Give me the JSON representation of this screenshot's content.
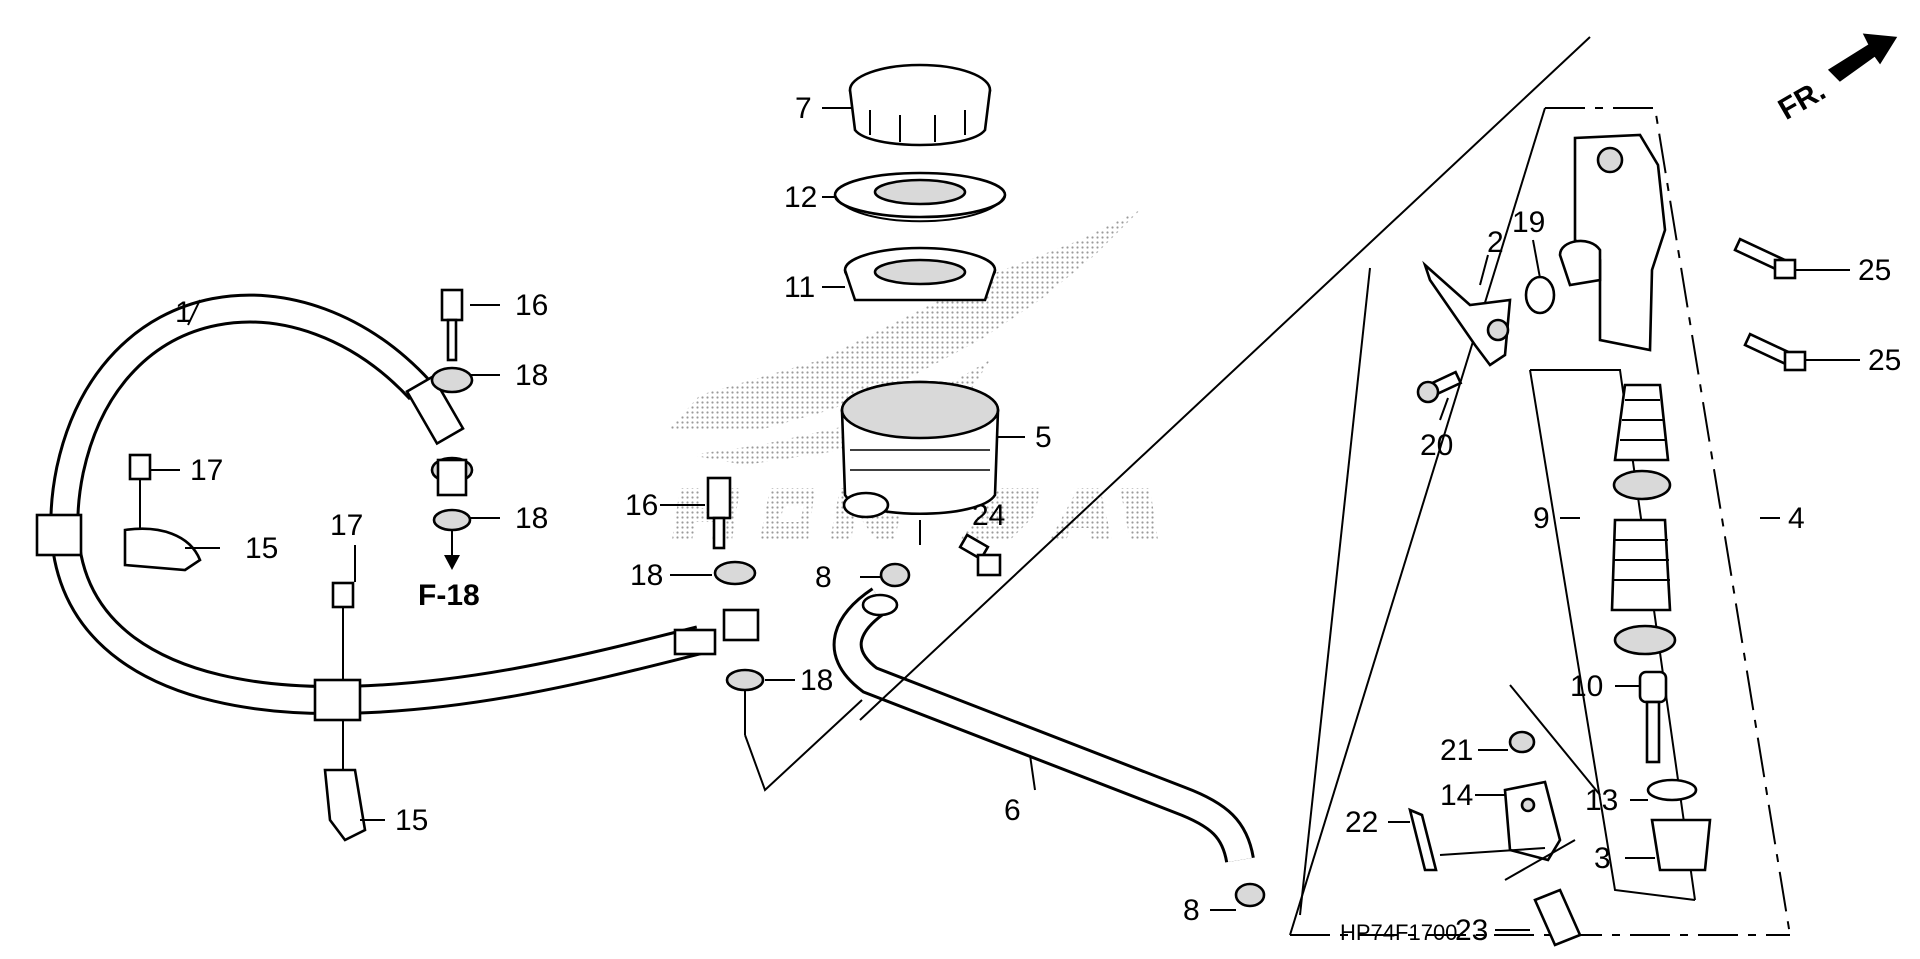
{
  "diagram": {
    "code": "HP74F1700",
    "front_indicator": "FR.",
    "ref_page": "F-18",
    "callouts": {
      "c1": "1",
      "c2": "2",
      "c3": "3",
      "c4": "4",
      "c5": "5",
      "c6": "6",
      "c7": "7",
      "c8a": "8",
      "c8b": "8",
      "c9": "9",
      "c10": "10",
      "c11": "11",
      "c12": "12",
      "c13": "13",
      "c14": "14",
      "c15a": "15",
      "c15b": "15",
      "c16a": "16",
      "c16b": "16",
      "c17a": "17",
      "c17b": "17",
      "c18a": "18",
      "c18b": "18",
      "c18c": "18",
      "c18d": "18",
      "c19": "19",
      "c20": "20",
      "c21": "21",
      "c22": "22",
      "c23": "23",
      "c24": "24",
      "c25a": "25",
      "c25b": "25"
    },
    "colors": {
      "line": "#000000",
      "watermark": "#b0b0b0",
      "background": "#ffffff"
    }
  }
}
